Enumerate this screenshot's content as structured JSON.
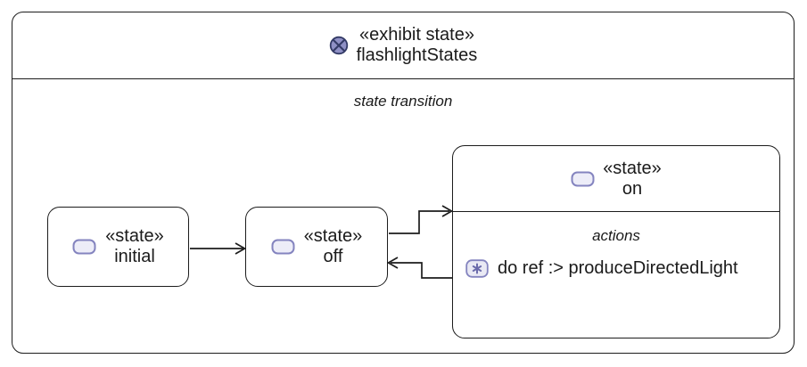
{
  "header": {
    "stereotype": "«exhibit state»",
    "name": "flashlightStates"
  },
  "compartment": {
    "label": "state transition"
  },
  "states": {
    "initial": {
      "stereotype": "«state»",
      "name": "initial"
    },
    "off": {
      "stereotype": "«state»",
      "name": "off"
    },
    "on": {
      "stereotype": "«state»",
      "name": "on",
      "actions_label": "actions",
      "actions": {
        "do_ref": "do ref :> produceDirectedLight"
      }
    }
  },
  "transitions": [
    {
      "from": "initial",
      "to": "off"
    },
    {
      "from": "off",
      "to": "on"
    },
    {
      "from": "on",
      "to": "off"
    }
  ],
  "icons": {
    "exhibit_state": "circled-x-icon",
    "state": "rounded-rect-state-icon",
    "action": "asterisk-action-icon"
  },
  "colors": {
    "line": "#1c1c1c",
    "exhibit_icon_fill": "#8f90c5",
    "exhibit_icon_stroke": "#333a66",
    "state_icon_fill": "#ededf8",
    "state_icon_stroke": "#8484bf",
    "action_icon_fill": "#e9e9f4",
    "action_glyph": "#6b6bab",
    "background": "#ffffff"
  }
}
